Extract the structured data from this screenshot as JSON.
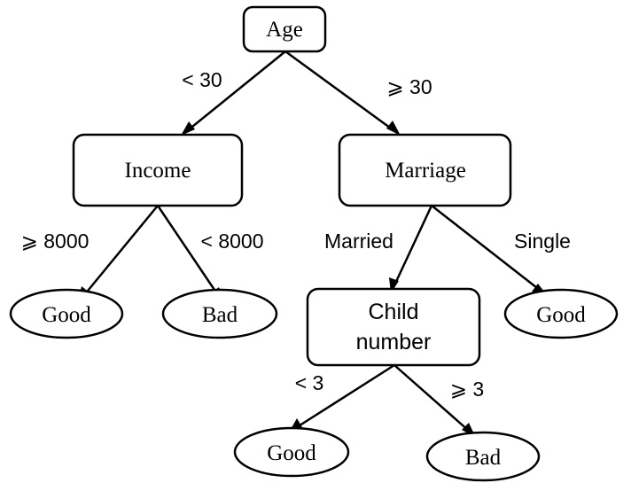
{
  "nodes": {
    "age": "Age",
    "income": "Income",
    "marriage": "Marriage",
    "child_line1": "Child",
    "child_line2": "number",
    "income_high_leaf": "Good",
    "income_low_leaf": "Bad",
    "single_leaf": "Good",
    "child_low_leaf": "Good",
    "child_high_leaf": "Bad"
  },
  "edges": {
    "age_lt30": "< 30",
    "age_ge30": "⩾ 30",
    "income_ge8000": "⩾ 8000",
    "income_lt8000": "< 8000",
    "married": "Married",
    "single": "Single",
    "child_lt3": "< 3",
    "child_ge3": "⩾ 3"
  }
}
